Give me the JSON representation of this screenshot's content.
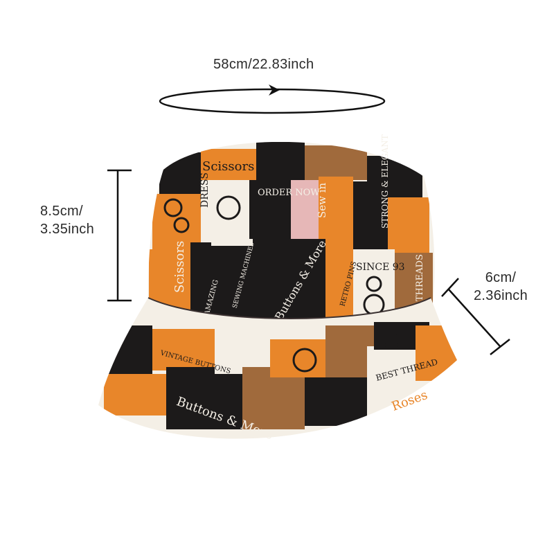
{
  "measurements": {
    "circumference": {
      "text": "58cm/22.83inch"
    },
    "height": {
      "line1": "8.5cm/",
      "line2": "3.35inch"
    },
    "brim": {
      "line1": "6cm/",
      "line2": "2.36inch"
    }
  },
  "hat_print_text": {
    "scissors": "Scissors",
    "dress": "DRESS",
    "order_now": "ORDER NOW",
    "sew_in": "Sew in",
    "strong_elegant": "STRONG & ELEGANT",
    "buttons": "Buttons & More",
    "since": "SINCE 93",
    "threads": "THREADS",
    "amazing": "AMAZING",
    "sewing": "SEWING MACHINES",
    "retro_pins": "RETRO PINS",
    "vintage_buttons": "VINTAGE BUTTONS",
    "best_thread": "BEST THREAD",
    "roses": "Roses"
  },
  "colors": {
    "orange": "#e8862a",
    "brown": "#a06a3c",
    "black": "#1c1a1a",
    "cream": "#f4efe6",
    "pink": "#e6b7b7",
    "measure_line": "#111111"
  }
}
